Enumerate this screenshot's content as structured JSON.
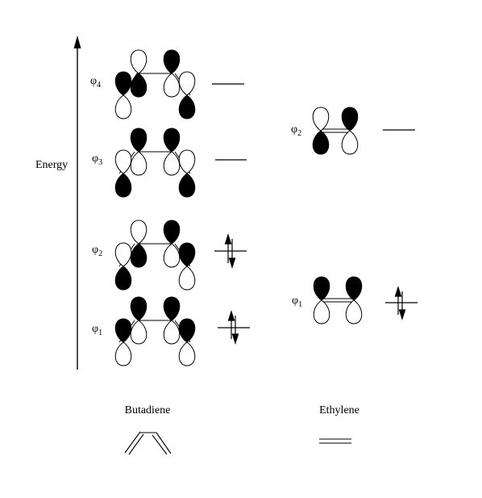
{
  "axis": {
    "label": "Energy"
  },
  "symbol": "φ",
  "butadiene": {
    "title": "Butadiene",
    "orbitals": [
      {
        "sub": "4",
        "level_line": true,
        "electrons": 0
      },
      {
        "sub": "3",
        "level_line": true,
        "electrons": 0
      },
      {
        "sub": "2",
        "level_line": true,
        "electrons": 2
      },
      {
        "sub": "1",
        "level_line": true,
        "electrons": 2
      }
    ]
  },
  "ethylene": {
    "title": "Ethylene",
    "orbitals": [
      {
        "sub": "2",
        "level_line": true,
        "electrons": 0
      },
      {
        "sub": "1",
        "level_line": true,
        "electrons": 2
      }
    ]
  },
  "colors": {
    "ink": "#000000",
    "paper": "#ffffff"
  }
}
